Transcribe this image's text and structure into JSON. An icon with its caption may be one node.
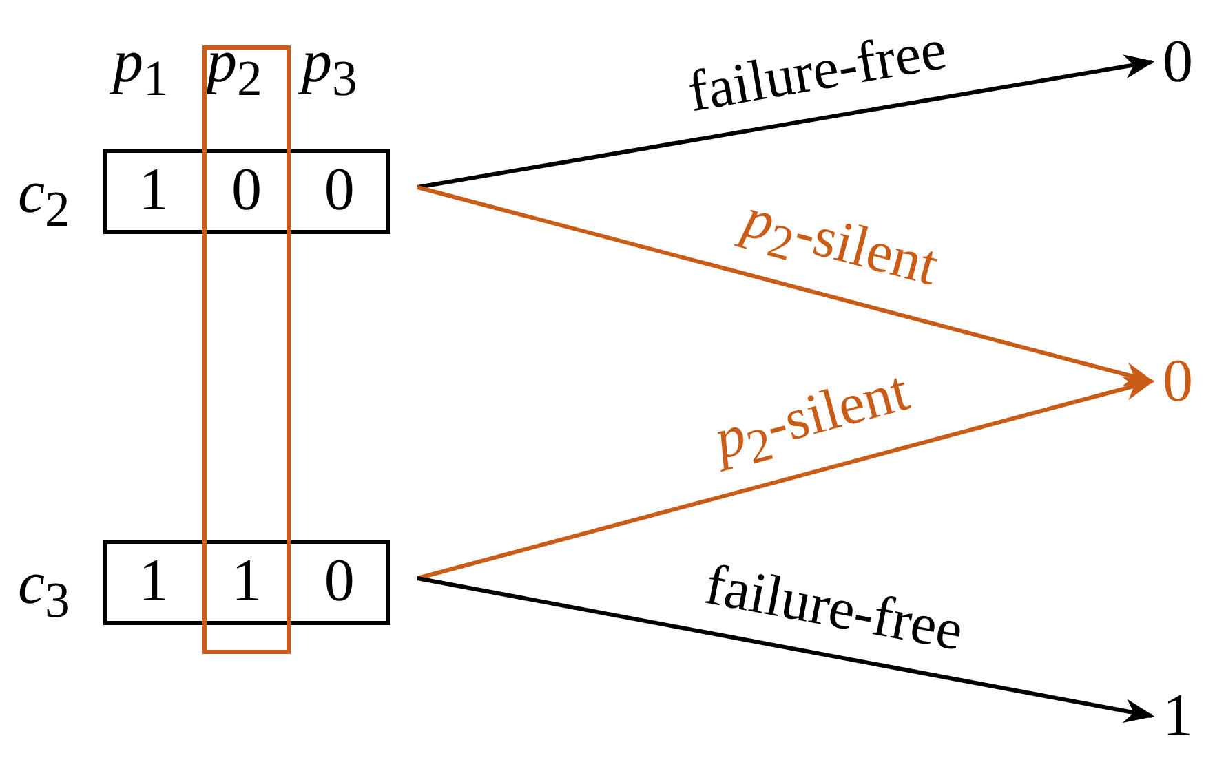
{
  "diagram": {
    "nodes": [
      {
        "text": [
          "1",
          "0",
          "0"
        ],
        "beside": [
          "*c*$_{2}$"
        ]
      },
      {
        "text": [
          "1",
          "1",
          "0"
        ],
        "beside": [
          "*c*$_{3}$"
        ]
      },
      {
        "text": [],
        "shape": "box"
      },
      {
        "text": [
          "0"
        ]
      },
      {
        "text": [
          "0"
        ]
      },
      {
        "text": [
          "1"
        ]
      }
    ],
    "edges": [
      {
        "from": 0,
        "to": 3,
        "arrow": "to",
        "label": "failure-free"
      },
      {
        "from": 0,
        "to": 4,
        "arrow": "to",
        "label": "*p*$_{2}$-silent",
        "color": "#c95c16"
      },
      {
        "from": 1,
        "to": 4,
        "arrow": "to",
        "label": "*p*$_{2}$-silent",
        "color": "#c95c16"
      },
      {
        "from": 1,
        "to": 5,
        "arrow": "to",
        "label": "failure-free"
      }
    ],
    "labels": [
      "*p*$_{1}$",
      "*p*$_{2}$",
      "*p*$_{3}$"
    ]
  }
}
